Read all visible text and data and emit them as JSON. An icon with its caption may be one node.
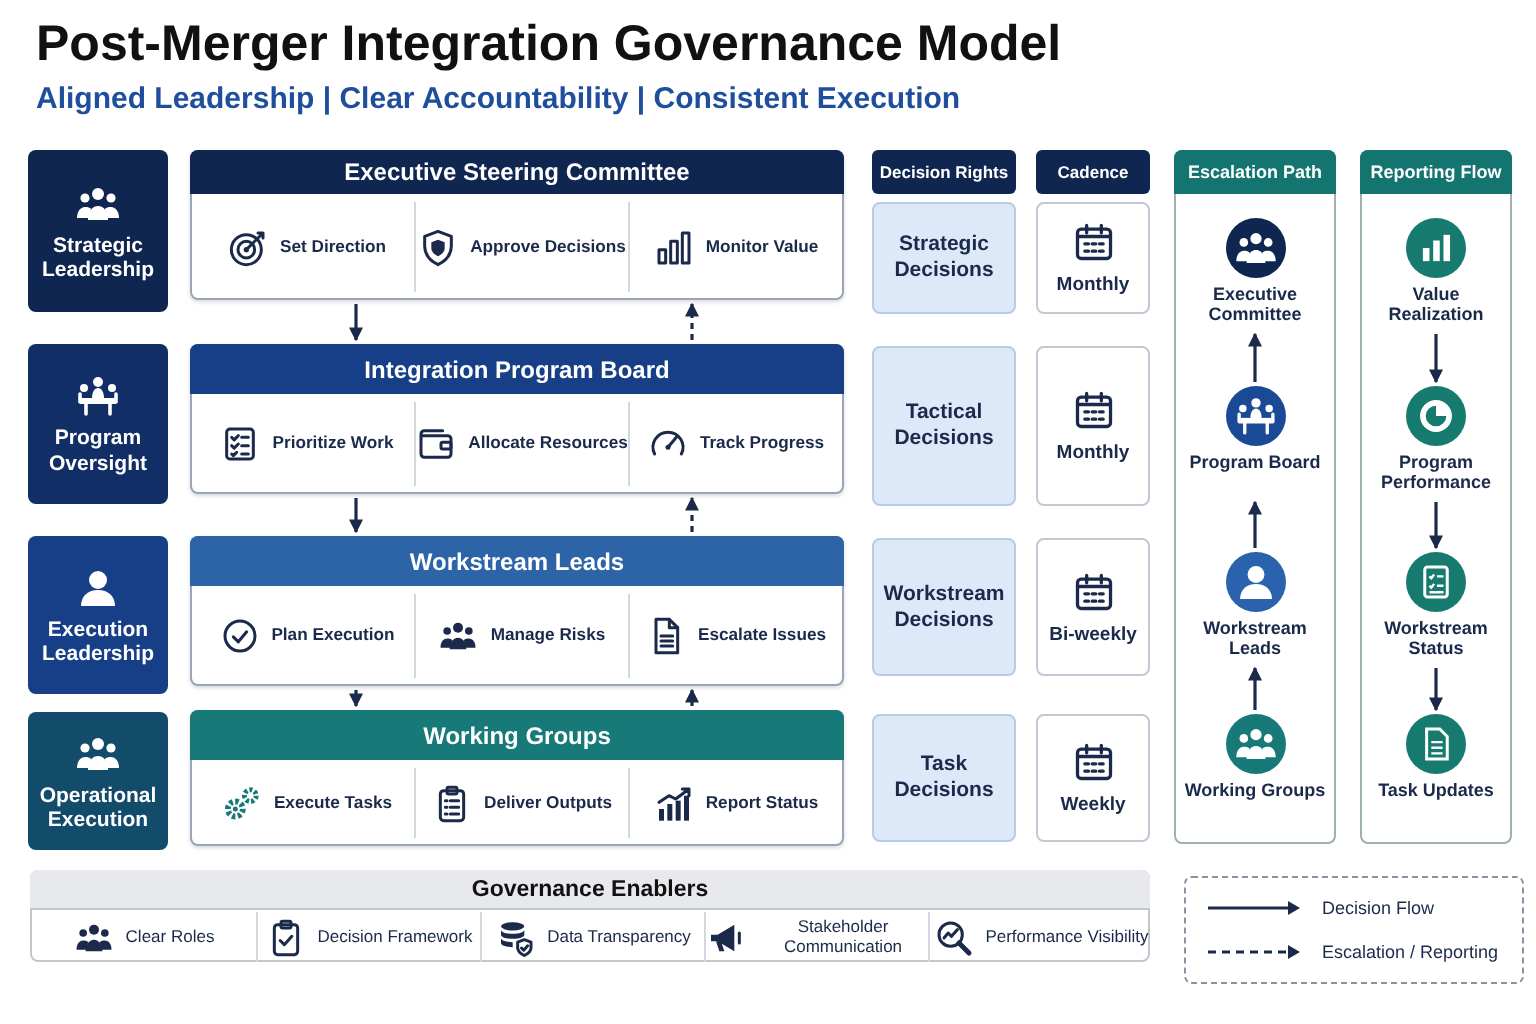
{
  "diagram": {
    "title": "Post-Merger Integration Governance Model",
    "nodes": [
      {
        "text": [
          "Strategic Leadership"
        ]
      },
      {
        "text": [
          "Executive Steering Committee"
        ]
      },
      {
        "text": [
          "Set Direction"
        ],
        "in": 1
      },
      {
        "text": [
          "Approve Decisions"
        ],
        "in": 1
      },
      {
        "text": [
          "Monitor Value"
        ],
        "in": 1
      },
      {
        "text": [
          "Program Oversight"
        ]
      },
      {
        "text": [
          "Integration Program Board"
        ]
      },
      {
        "text": [
          "Prioritize Work"
        ],
        "in": 6
      },
      {
        "text": [
          "Allocate Resources"
        ],
        "in": 6
      },
      {
        "text": [
          "Track Progress"
        ],
        "in": 6
      },
      {
        "text": [
          "Execution Leadership"
        ]
      },
      {
        "text": [
          "Workstream Leads"
        ]
      },
      {
        "text": [
          "Plan Execution"
        ],
        "in": 11
      },
      {
        "text": [
          "Manage Risks"
        ],
        "in": 11
      },
      {
        "text": [
          "Escalate Issues"
        ],
        "in": 11
      },
      {
        "text": [
          "Operational Execution"
        ]
      },
      {
        "text": [
          "Working Groups"
        ]
      },
      {
        "text": [
          "Execute Tasks"
        ],
        "in": 16
      },
      {
        "text": [
          "Deliver Outputs"
        ],
        "in": 16
      },
      {
        "text": [
          "Report Status"
        ],
        "in": 16
      },
      {
        "text": [
          "Decision Rights"
        ]
      },
      {
        "text": [
          "Strategic Decisions"
        ]
      },
      {
        "text": [
          "Tactical Decisions"
        ]
      },
      {
        "text": [
          "Workstream Decisions"
        ]
      },
      {
        "text": [
          "Task Decisions"
        ]
      },
      {
        "text": [
          "Cadence"
        ]
      },
      {
        "text": [
          "Monthly"
        ]
      },
      {
        "text": [
          "Monthly"
        ]
      },
      {
        "text": [
          "Bi-weekly"
        ]
      },
      {
        "text": [
          "Weekly"
        ]
      },
      {
        "text": [
          "Escalation Path"
        ]
      },
      {
        "text": [
          "Executive Committee"
        ],
        "in": 30
      },
      {
        "text": [
          "Program Board"
        ],
        "in": 30
      },
      {
        "text": [
          "Workstream Leads"
        ],
        "in": 30
      },
      {
        "text": [
          "Working Groups"
        ],
        "in": 30
      },
      {
        "text": [
          "Reporting Flow"
        ]
      },
      {
        "text": [
          "Value Realization"
        ],
        "in": 35
      },
      {
        "text": [
          "Program Performance"
        ],
        "in": 35
      },
      {
        "text": [
          "Workstream Status"
        ],
        "in": 35
      },
      {
        "text": [
          "Task Updates"
        ],
        "in": 35
      },
      {
        "text": [
          "Governance Enablers"
        ]
      },
      {
        "text": [
          "Clear Roles"
        ],
        "in": 40
      },
      {
        "text": [
          "Decision Framework"
        ],
        "in": 40
      },
      {
        "text": [
          "Data Transparency"
        ],
        "in": 40
      },
      {
        "text": [
          "Stakeholder Communication"
        ],
        "in": 40
      },
      {
        "text": [
          "Performance Visibility"
        ],
        "in": 40
      }
    ],
    "edges": [
      {
        "from": 1,
        "to": 6,
        "arrow": "to"
      },
      {
        "from": 6,
        "to": 1,
        "arrow": "to",
        "style": "dashed"
      },
      {
        "from": 6,
        "to": 11,
        "arrow": "to"
      },
      {
        "from": 11,
        "to": 6,
        "arrow": "to",
        "style": "dashed"
      },
      {
        "from": 11,
        "to": 16,
        "arrow": "to"
      },
      {
        "from": 16,
        "to": 11,
        "arrow": "to",
        "style": "dashed"
      },
      {
        "from": 34,
        "to": 33,
        "arrow": "to"
      },
      {
        "from": 33,
        "to": 32,
        "arrow": "to"
      },
      {
        "from": 32,
        "to": 31,
        "arrow": "to"
      },
      {
        "from": 36,
        "to": 37,
        "arrow": "to"
      },
      {
        "from": 37,
        "to": 38,
        "arrow": "to"
      },
      {
        "from": 38,
        "to": 39,
        "arrow": "to"
      }
    ],
    "labels": [
      "Aligned Leadership | Clear Accountability | Consistent Execution"
    ],
    "legend": [
      {
        "text": "Decision Flow"
      },
      {
        "text": "Escalation / Reporting"
      }
    ]
  }
}
